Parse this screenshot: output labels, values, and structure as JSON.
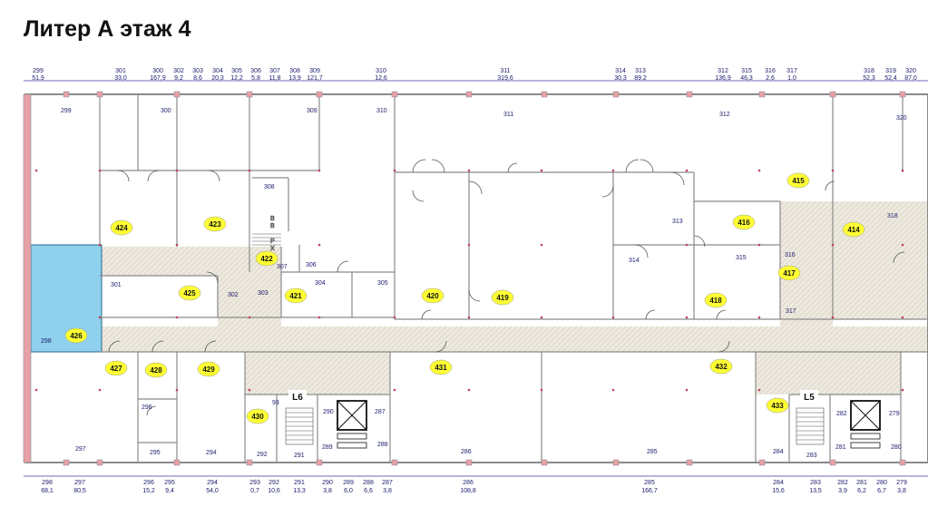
{
  "title": "Литер А этаж 4",
  "top_labels": [
    {
      "num": "299",
      "area": "51,9"
    },
    {
      "num": "301",
      "area": "33,0"
    },
    {
      "num": "300",
      "area": "167,9"
    },
    {
      "num": "302",
      "area": "9,2"
    },
    {
      "num": "303",
      "area": "8,6"
    },
    {
      "num": "304",
      "area": "20,3"
    },
    {
      "num": "305",
      "area": "12,2"
    },
    {
      "num": "306",
      "area": "5,8"
    },
    {
      "num": "307",
      "area": "11,8"
    },
    {
      "num": "308",
      "area": "13,9"
    },
    {
      "num": "309",
      "area": "121,7"
    },
    {
      "num": "310",
      "area": "12,6"
    },
    {
      "num": "311",
      "area": "319,6"
    },
    {
      "num": "314",
      "area": "30,3"
    },
    {
      "num": "313",
      "area": "89,2"
    },
    {
      "num": "312",
      "area": "136,9"
    },
    {
      "num": "315",
      "area": "46,3"
    },
    {
      "num": "316",
      "area": "2,6"
    },
    {
      "num": "317",
      "area": "1,0"
    },
    {
      "num": "318",
      "area": "52,3"
    },
    {
      "num": "319",
      "area": "52,4"
    },
    {
      "num": "320",
      "area": "87,0"
    }
  ],
  "bottom_labels": [
    {
      "num": "298",
      "area": "68,1"
    },
    {
      "num": "297",
      "area": "80,5"
    },
    {
      "num": "296",
      "area": "15,2"
    },
    {
      "num": "295",
      "area": "9,4"
    },
    {
      "num": "294",
      "area": "54,0"
    },
    {
      "num": "293",
      "area": "0,7"
    },
    {
      "num": "292",
      "area": "10,6"
    },
    {
      "num": "291",
      "area": "13,3"
    },
    {
      "num": "290",
      "area": "3,8"
    },
    {
      "num": "289",
      "area": "6,0"
    },
    {
      "num": "288",
      "area": "6,6"
    },
    {
      "num": "287",
      "area": "3,8"
    },
    {
      "num": "286",
      "area": "108,8"
    },
    {
      "num": "285",
      "area": "166,7"
    },
    {
      "num": "284",
      "area": "15,6"
    },
    {
      "num": "283",
      "area": "13,5"
    },
    {
      "num": "282",
      "area": "3,9"
    },
    {
      "num": "281",
      "area": "6,2"
    },
    {
      "num": "280",
      "area": "6,7"
    },
    {
      "num": "279",
      "area": "3,8"
    }
  ],
  "room_numbers": [
    "299",
    "300",
    "309",
    "310",
    "311",
    "312",
    "320",
    "308",
    "313",
    "318",
    "314",
    "315",
    "316",
    "317",
    "301",
    "302",
    "303",
    "304",
    "305",
    "306",
    "307",
    "298",
    "296",
    "295",
    "294",
    "297",
    "292",
    "291",
    "290",
    "289",
    "288",
    "287",
    "286",
    "285",
    "284",
    "283",
    "282",
    "281",
    "280",
    "279",
    "93"
  ],
  "badges": [
    "424",
    "423",
    "422",
    "421",
    "425",
    "420",
    "419",
    "418",
    "417",
    "416",
    "415",
    "414",
    "426",
    "427",
    "428",
    "429",
    "430",
    "431",
    "432",
    "433"
  ],
  "elevators": [
    "L6",
    "L5"
  ],
  "stair_letters": [
    "В",
    "В",
    "Р",
    "Х"
  ],
  "colors": {
    "wall": "#8a8a8a",
    "column": "#e8a0a8",
    "corridor": "#ece8de",
    "badge": "#ffff33",
    "highlight": "#8fd0ec",
    "label": "#1a1a6e"
  }
}
